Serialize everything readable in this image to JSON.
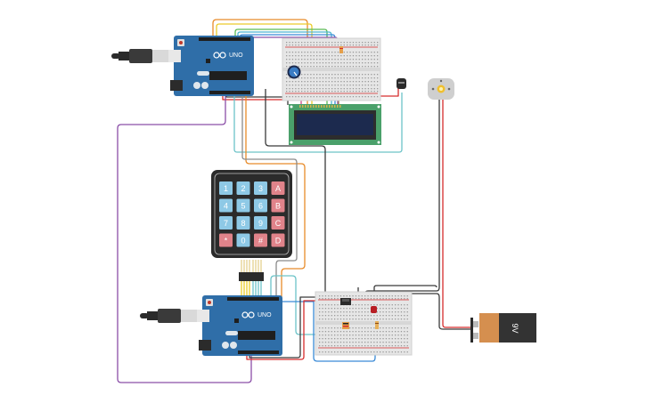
{
  "app": {
    "title": "Tinkercad Circuits"
  },
  "components": {
    "arduino_top": {
      "name": "Arduino Uno R3",
      "label": "UNO"
    },
    "arduino_bottom": {
      "name": "Arduino Uno R3",
      "label": "UNO"
    },
    "keypad": {
      "name": "Keypad 4x4",
      "keys": [
        {
          "label": "1",
          "type": "num"
        },
        {
          "label": "2",
          "type": "num"
        },
        {
          "label": "3",
          "type": "num"
        },
        {
          "label": "A",
          "type": "func"
        },
        {
          "label": "4",
          "type": "num"
        },
        {
          "label": "5",
          "type": "num"
        },
        {
          "label": "6",
          "type": "num"
        },
        {
          "label": "B",
          "type": "func"
        },
        {
          "label": "7",
          "type": "num"
        },
        {
          "label": "8",
          "type": "num"
        },
        {
          "label": "9",
          "type": "num"
        },
        {
          "label": "C",
          "type": "func"
        },
        {
          "label": "*",
          "type": "func"
        },
        {
          "label": "0",
          "type": "num"
        },
        {
          "label": "#",
          "type": "func"
        },
        {
          "label": "D",
          "type": "func"
        }
      ]
    },
    "lcd": {
      "name": "LCD 16 x 2"
    },
    "potentiometer": {
      "name": "Potentiometer"
    },
    "temperature_sensor": {
      "name": "Temperature Sensor"
    },
    "dc_motor": {
      "name": "DC Motor"
    },
    "battery": {
      "name": "9V Battery",
      "label": "9V"
    },
    "breadboard_top": {
      "name": "Breadboard Small"
    },
    "breadboard_bottom": {
      "name": "Breadboard Small"
    },
    "transistor": {
      "name": "NPN Transistor"
    },
    "led": {
      "name": "Red LED"
    },
    "resistors": [
      "Resistor",
      "Resistor",
      "Resistor"
    ]
  },
  "colors": {
    "arduino": "#2f6ea8",
    "breadboard": "#e6e6e6",
    "lcd_board": "#4aa06a",
    "lcd_screen": "#1c2a4e",
    "key_num": "#8ec9e6",
    "key_func": "#e0838a",
    "battery_top": "#d58f4f",
    "battery_body": "#333333",
    "wire_red": "#d62d2d",
    "wire_black": "#3a3a3a",
    "wire_orange": "#e88b2a",
    "wire_yellow": "#eccb2a",
    "wire_green": "#5bbb55",
    "wire_cyan": "#4cb5d0",
    "wire_blue": "#3a8ad6",
    "wire_purple": "#8b4fa8",
    "wire_teal": "#6cc3c8",
    "wire_gray": "#8a8a8a",
    "wire_brown": "#a88050",
    "wire_pink": "#d0488a"
  }
}
